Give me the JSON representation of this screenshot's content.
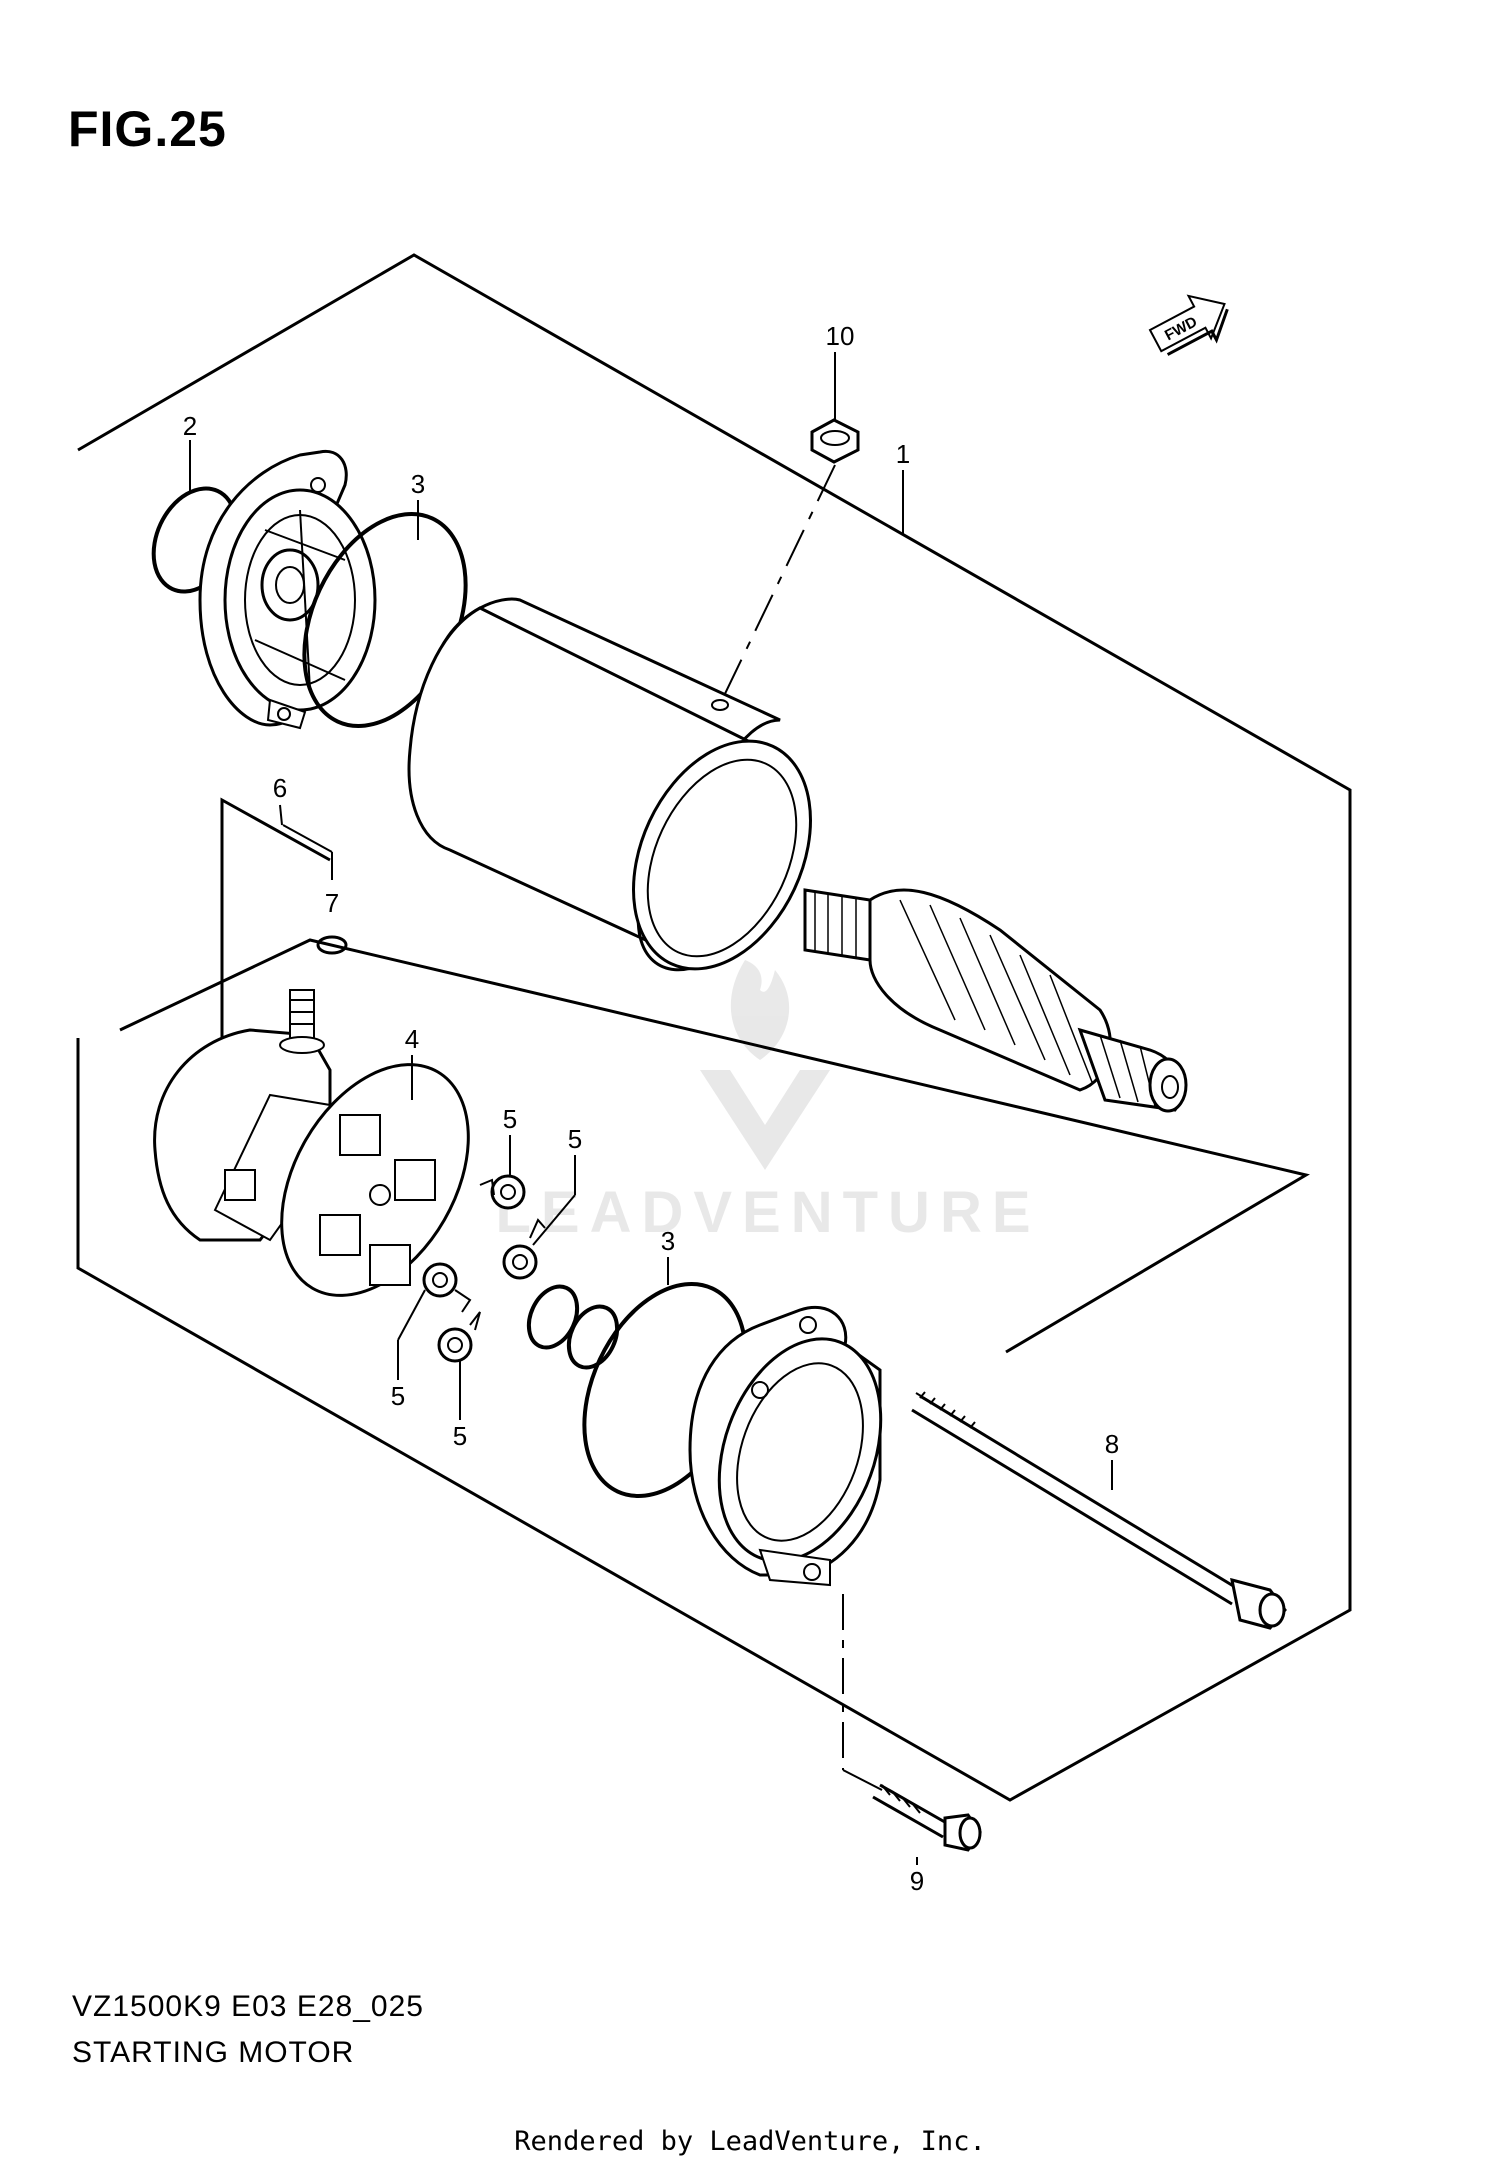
{
  "figure": {
    "title": "FIG.25"
  },
  "direction_badge": {
    "label": "FWD"
  },
  "callouts": [
    {
      "id": "callout-1",
      "label": "1"
    },
    {
      "id": "callout-2",
      "label": "2"
    },
    {
      "id": "callout-3a",
      "label": "3"
    },
    {
      "id": "callout-3b",
      "label": "3"
    },
    {
      "id": "callout-4",
      "label": "4"
    },
    {
      "id": "callout-5a",
      "label": "5"
    },
    {
      "id": "callout-5b",
      "label": "5"
    },
    {
      "id": "callout-5c",
      "label": "5"
    },
    {
      "id": "callout-5d",
      "label": "5"
    },
    {
      "id": "callout-6",
      "label": "6"
    },
    {
      "id": "callout-7",
      "label": "7"
    },
    {
      "id": "callout-8",
      "label": "8"
    },
    {
      "id": "callout-9",
      "label": "9"
    },
    {
      "id": "callout-10",
      "label": "10"
    }
  ],
  "watermark": {
    "text": "LEADVENTURE"
  },
  "caption": {
    "code": "VZ1500K9 E03 E28_025",
    "name": "STARTING MOTOR"
  },
  "footer": {
    "text": "Rendered by LeadVenture, Inc."
  }
}
